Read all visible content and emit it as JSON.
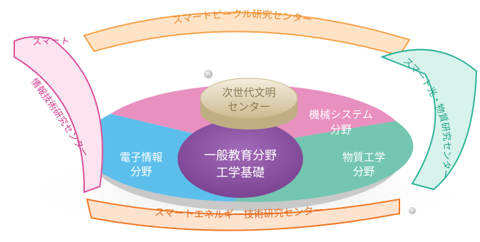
{
  "arcs": {
    "top": "スマートビークル研究センター",
    "left_line1": "スマート",
    "left_line2": "情報技術研究センター",
    "right": "スマート光・物質研究センター",
    "bottom": "スマートエネルギー技術研究センター"
  },
  "segments": {
    "kikai_line1": "機械システム",
    "kikai_line2": "分野",
    "denshi_line1": "電子情報",
    "denshi_line2": "分野",
    "busshitsu_line1": "物質工学",
    "busshitsu_line2": "分野"
  },
  "center": {
    "line1": "一般教育分野",
    "line2": "工学基礎"
  },
  "top_disc": {
    "line1": "次世代文明",
    "line2": "センター"
  },
  "colors": {
    "pink": "#e68fbe",
    "blue": "#5cbfeb",
    "green": "#74c6b0",
    "purple": "#8e55a3",
    "gold": "#d8c9a3",
    "arc_orange": "#f5a14a",
    "arc_magenta": "#d9549a",
    "arc_teal": "#2fb398",
    "arc_deep_orange": "#f07a2a"
  }
}
